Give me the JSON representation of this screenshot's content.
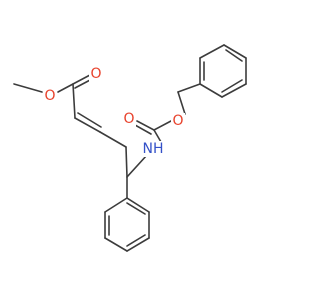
{
  "structure": {
    "atom_labels": [
      {
        "id": "o-methoxy",
        "text": "O",
        "color": "#e8412b"
      },
      {
        "id": "o-ester-carbonyl",
        "text": "O",
        "color": "#e8412b"
      },
      {
        "id": "o-carbamate-carbonyl",
        "text": "O",
        "color": "#e8412b"
      },
      {
        "id": "o-benzyloxy",
        "text": "O",
        "color": "#e8412b"
      },
      {
        "id": "n-amine",
        "text": "NH",
        "color": "#3451c8"
      }
    ],
    "bond_color": "#3c3c3c"
  }
}
